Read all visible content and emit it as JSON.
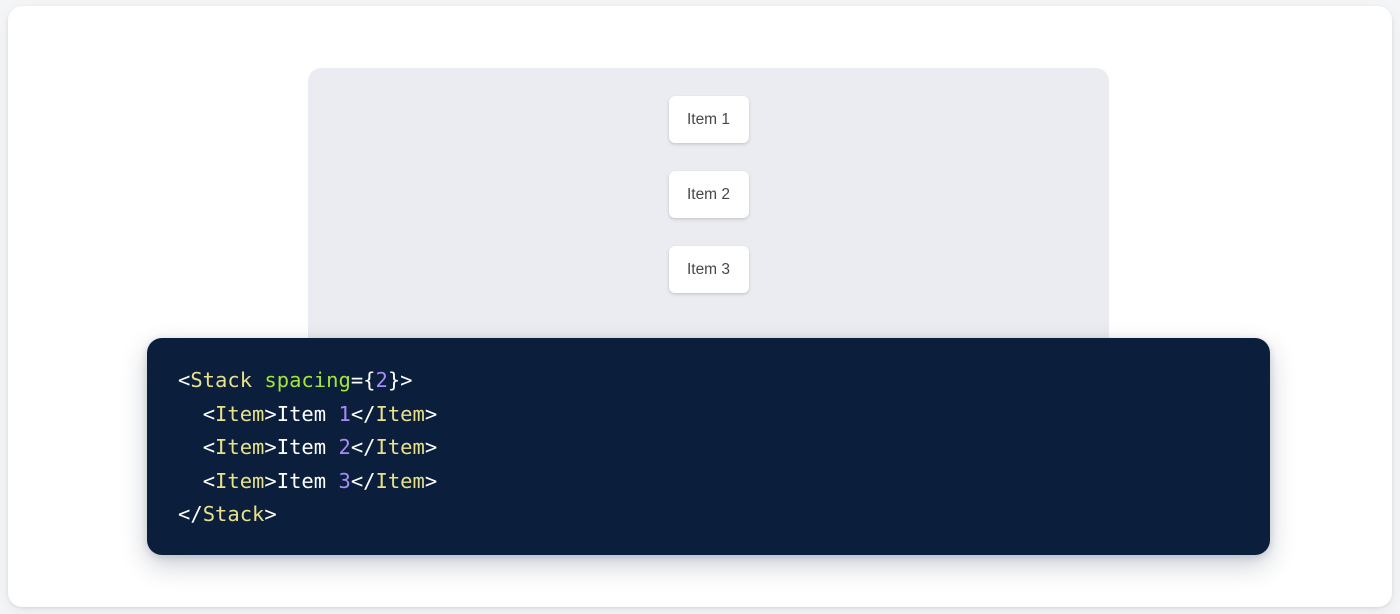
{
  "card": {
    "background_color": "#ffffff",
    "page_background_color": "#f4f5f7"
  },
  "preview": {
    "panel_color": "#eaecf1",
    "component_name": "Stack",
    "spacing_value": "2",
    "items": [
      {
        "label": "Item 1"
      },
      {
        "label": "Item 2"
      },
      {
        "label": "Item 3"
      }
    ]
  },
  "code": {
    "language": "jsx",
    "background_color": "#0b1f3c",
    "colors": {
      "punctuation": "#ffffff",
      "tag": "#e8e08a",
      "attribute": "#a3e635",
      "number": "#a78bfa",
      "text": "#ffffff"
    },
    "lines": [
      {
        "indent": "",
        "tokens": [
          {
            "t": "punct",
            "v": "<"
          },
          {
            "t": "tag",
            "v": "Stack"
          },
          {
            "t": "text",
            "v": " "
          },
          {
            "t": "attr",
            "v": "spacing"
          },
          {
            "t": "punct",
            "v": "={"
          },
          {
            "t": "num",
            "v": "2"
          },
          {
            "t": "punct",
            "v": "}>"
          }
        ]
      },
      {
        "indent": "  ",
        "tokens": [
          {
            "t": "punct",
            "v": "<"
          },
          {
            "t": "tag",
            "v": "Item"
          },
          {
            "t": "punct",
            "v": ">"
          },
          {
            "t": "text",
            "v": "Item "
          },
          {
            "t": "num",
            "v": "1"
          },
          {
            "t": "punct",
            "v": "</"
          },
          {
            "t": "tag",
            "v": "Item"
          },
          {
            "t": "punct",
            "v": ">"
          }
        ]
      },
      {
        "indent": "  ",
        "tokens": [
          {
            "t": "punct",
            "v": "<"
          },
          {
            "t": "tag",
            "v": "Item"
          },
          {
            "t": "punct",
            "v": ">"
          },
          {
            "t": "text",
            "v": "Item "
          },
          {
            "t": "num",
            "v": "2"
          },
          {
            "t": "punct",
            "v": "</"
          },
          {
            "t": "tag",
            "v": "Item"
          },
          {
            "t": "punct",
            "v": ">"
          }
        ]
      },
      {
        "indent": "  ",
        "tokens": [
          {
            "t": "punct",
            "v": "<"
          },
          {
            "t": "tag",
            "v": "Item"
          },
          {
            "t": "punct",
            "v": ">"
          },
          {
            "t": "text",
            "v": "Item "
          },
          {
            "t": "num",
            "v": "3"
          },
          {
            "t": "punct",
            "v": "</"
          },
          {
            "t": "tag",
            "v": "Item"
          },
          {
            "t": "punct",
            "v": ">"
          }
        ]
      },
      {
        "indent": "",
        "tokens": [
          {
            "t": "punct",
            "v": "</"
          },
          {
            "t": "tag",
            "v": "Stack"
          },
          {
            "t": "punct",
            "v": ">"
          }
        ]
      }
    ]
  }
}
